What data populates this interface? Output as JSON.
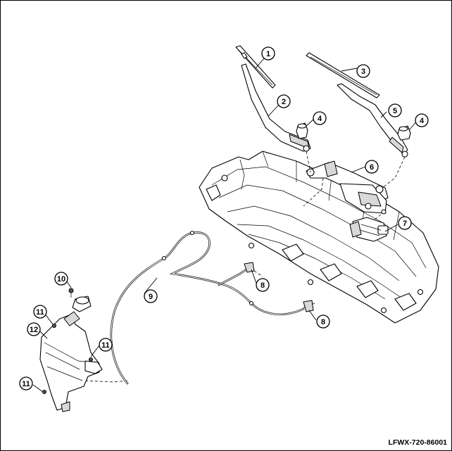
{
  "figure_code": "LFWX-720-86001",
  "callouts": [
    "1",
    "2",
    "3",
    "4",
    "4",
    "5",
    "6",
    "7",
    "8",
    "8",
    "9",
    "10",
    "11",
    "11",
    "11",
    "12"
  ]
}
